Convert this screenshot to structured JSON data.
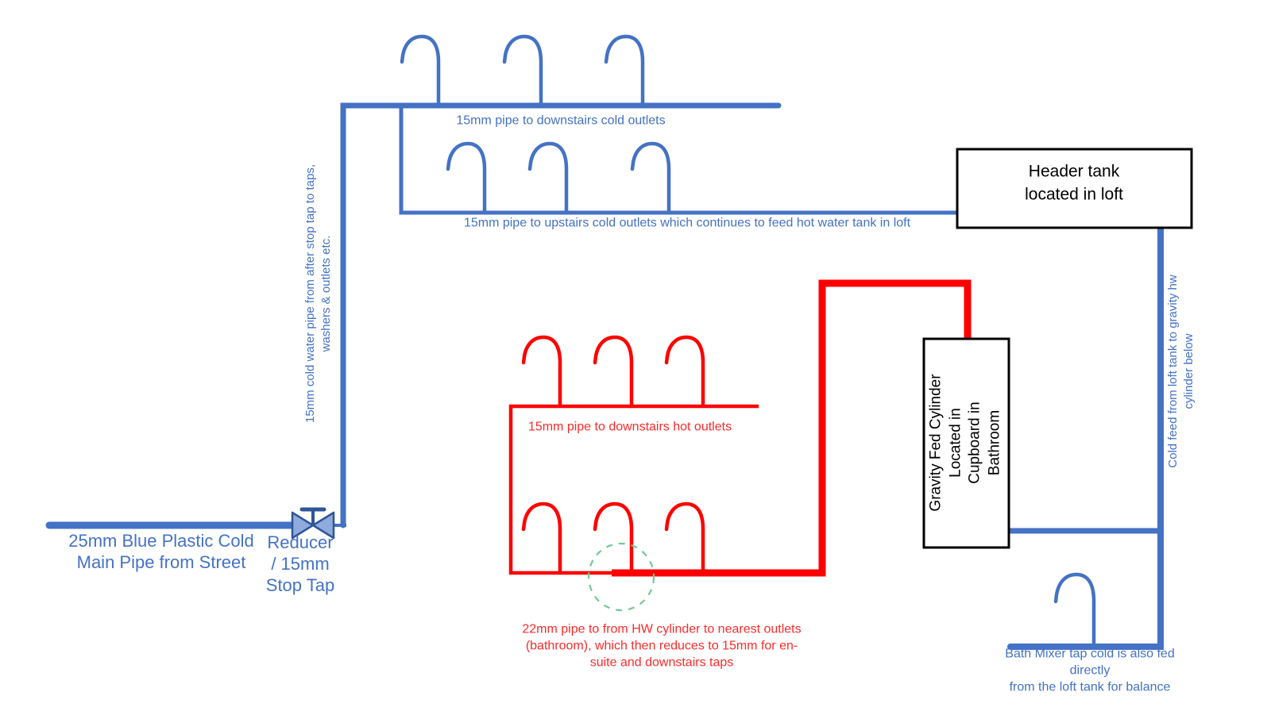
{
  "colors": {
    "cold": "#4472C4",
    "hot": "#FF0000",
    "hot-text": "#FA2B2B",
    "green": "#74C795",
    "ink": "#000000",
    "valve-fill": "#8FAADC",
    "valve-stroke": "#2F5597"
  },
  "boxes": {
    "header_tank": "Header tank\nlocated in loft",
    "cylinder": "Gravity Fed Cylinder\nLocated in\nCupboard in\nBathroom"
  },
  "labels": {
    "downstairs_cold": "15mm pipe to downstairs cold outlets",
    "upstairs_cold": "15mm pipe to upstairs cold outlets which continues to feed hot water tank in loft",
    "cold_riser": "15mm cold water pipe from after stop tap to taps,\nwashers & outlets etc.",
    "main_pipe": "25mm Blue Plastic Cold\nMain Pipe from Street",
    "reducer": "Reducer\n/ 15mm\nStop Tap",
    "cold_feed": "Cold feed from loft tank to gravity hw\ncylinder below",
    "hot_downstairs": "15mm pipe to downstairs hot outlets",
    "hot_22mm": "22mm pipe to from HW cylinder to nearest outlets\n(bathroom), which then reduces to 15mm for en-\nsuite and downstairs taps",
    "bath_mixer": "Bath Mixer tap cold is also fed directly\nfrom the loft tank for balance"
  }
}
